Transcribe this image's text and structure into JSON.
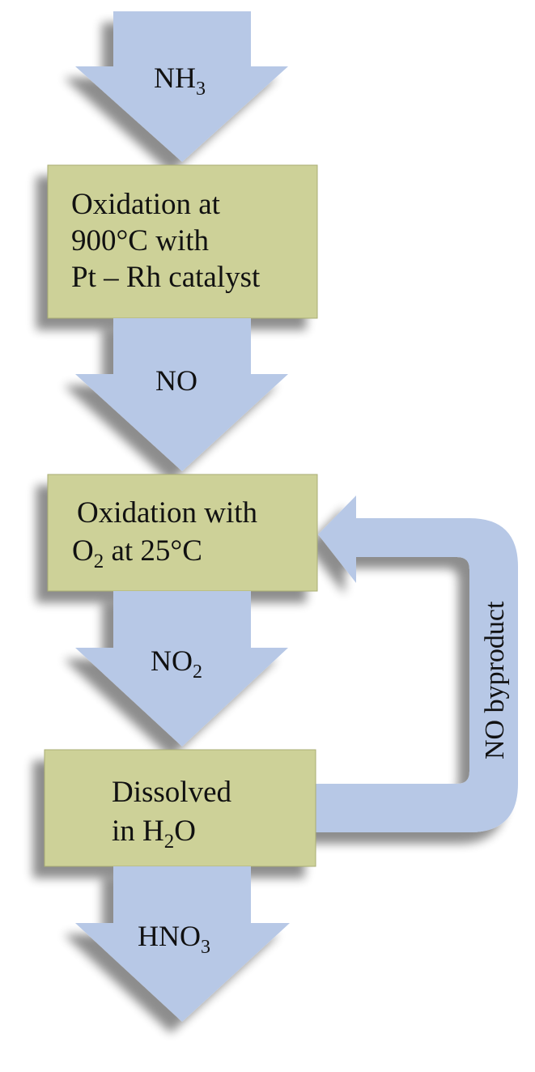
{
  "colors": {
    "arrow": "#b7c8e6",
    "box": "#cdd198",
    "box_border": "#a9ad73",
    "text": "#111111"
  },
  "flow": {
    "arrow1": {
      "base": "NH",
      "sub": "3"
    },
    "box1": {
      "line1": "Oxidation at",
      "line2": "900°C with",
      "line3": "Pt – Rh catalyst"
    },
    "arrow2": {
      "text": "NO"
    },
    "box2": {
      "line1": "Oxidation with",
      "line2_pre": "O",
      "line2_sub": "2",
      "line2_post": " at 25°C"
    },
    "arrow3": {
      "base": "NO",
      "sub": "2"
    },
    "box3": {
      "line1": "Dissolved",
      "line2_pre": "in H",
      "line2_sub": "2",
      "line2_post": "O"
    },
    "arrow4": {
      "base": "HNO",
      "sub": "3"
    }
  },
  "recycle": {
    "label": "NO byproduct"
  }
}
